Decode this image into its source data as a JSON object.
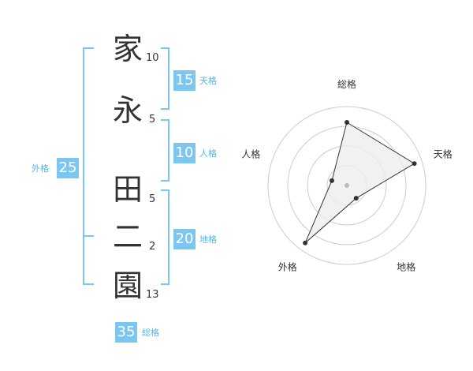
{
  "name": {
    "chars": [
      {
        "char": "家",
        "strokes": "10"
      },
      {
        "char": "永",
        "strokes": "5"
      },
      {
        "char": "田",
        "strokes": "5"
      },
      {
        "char": "二",
        "strokes": "2"
      },
      {
        "char": "園",
        "strokes": "13"
      }
    ]
  },
  "fortune": {
    "tenkaku": {
      "value": "15",
      "label": "天格"
    },
    "jinkaku": {
      "value": "10",
      "label": "人格"
    },
    "chikaku": {
      "value": "20",
      "label": "地格"
    },
    "gaikaku": {
      "value": "25",
      "label": "外格"
    },
    "soukaku": {
      "value": "35",
      "label": "総格"
    }
  },
  "colors": {
    "accent": "#7cc7ef",
    "accent_text": "#55b5ea",
    "text": "#333333",
    "ring": "#cccccc",
    "fill": "#eeeeee"
  },
  "chart_data": {
    "type": "radar",
    "axes": [
      "総格",
      "天格",
      "地格",
      "外格",
      "人格"
    ],
    "values": [
      0.8,
      0.9,
      0.2,
      0.9,
      0.2
    ],
    "max": 1,
    "rings": 4
  }
}
